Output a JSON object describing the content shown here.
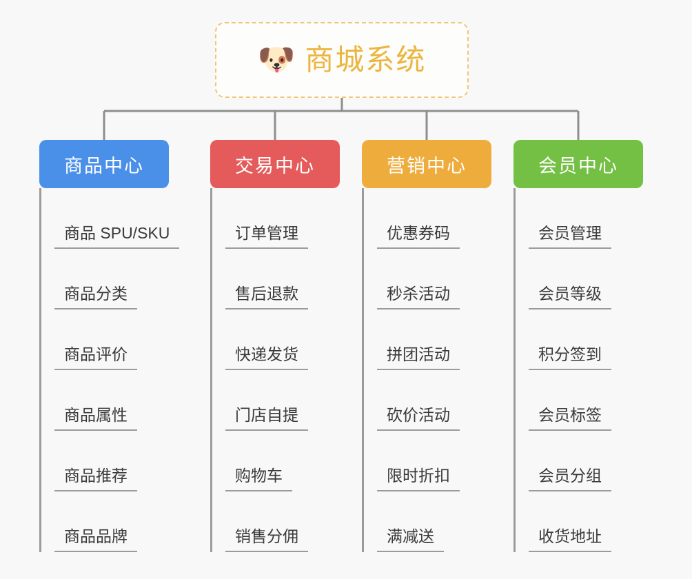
{
  "root": {
    "icon": "shiba-dog-emoji",
    "emoji": "🐶",
    "title": "商城系统",
    "accent_color": "#ecb53f",
    "border_color": "#f0c678"
  },
  "branches": [
    {
      "label": "商品中心",
      "color": "#4a90e8",
      "leaves": [
        "商品 SPU/SKU",
        "商品分类",
        "商品评价",
        "商品属性",
        "商品推荐",
        "商品品牌"
      ]
    },
    {
      "label": "交易中心",
      "color": "#e55b5b",
      "leaves": [
        "订单管理",
        "售后退款",
        "快递发货",
        "门店自提",
        "购物车",
        "销售分佣"
      ]
    },
    {
      "label": "营销中心",
      "color": "#eeac3c",
      "leaves": [
        "优惠券码",
        "秒杀活动",
        "拼团活动",
        "砍价活动",
        "限时折扣",
        "满减送"
      ]
    },
    {
      "label": "会员中心",
      "color": "#74c044",
      "leaves": [
        "会员管理",
        "会员等级",
        "积分签到",
        "会员标签",
        "会员分组",
        "收货地址"
      ]
    }
  ],
  "theme": {
    "background": "#f8f8f8",
    "connector_color": "#8e8e8e",
    "leaf_line_color": "#9b9b9b",
    "leaf_text_color": "#3a3a3a"
  }
}
